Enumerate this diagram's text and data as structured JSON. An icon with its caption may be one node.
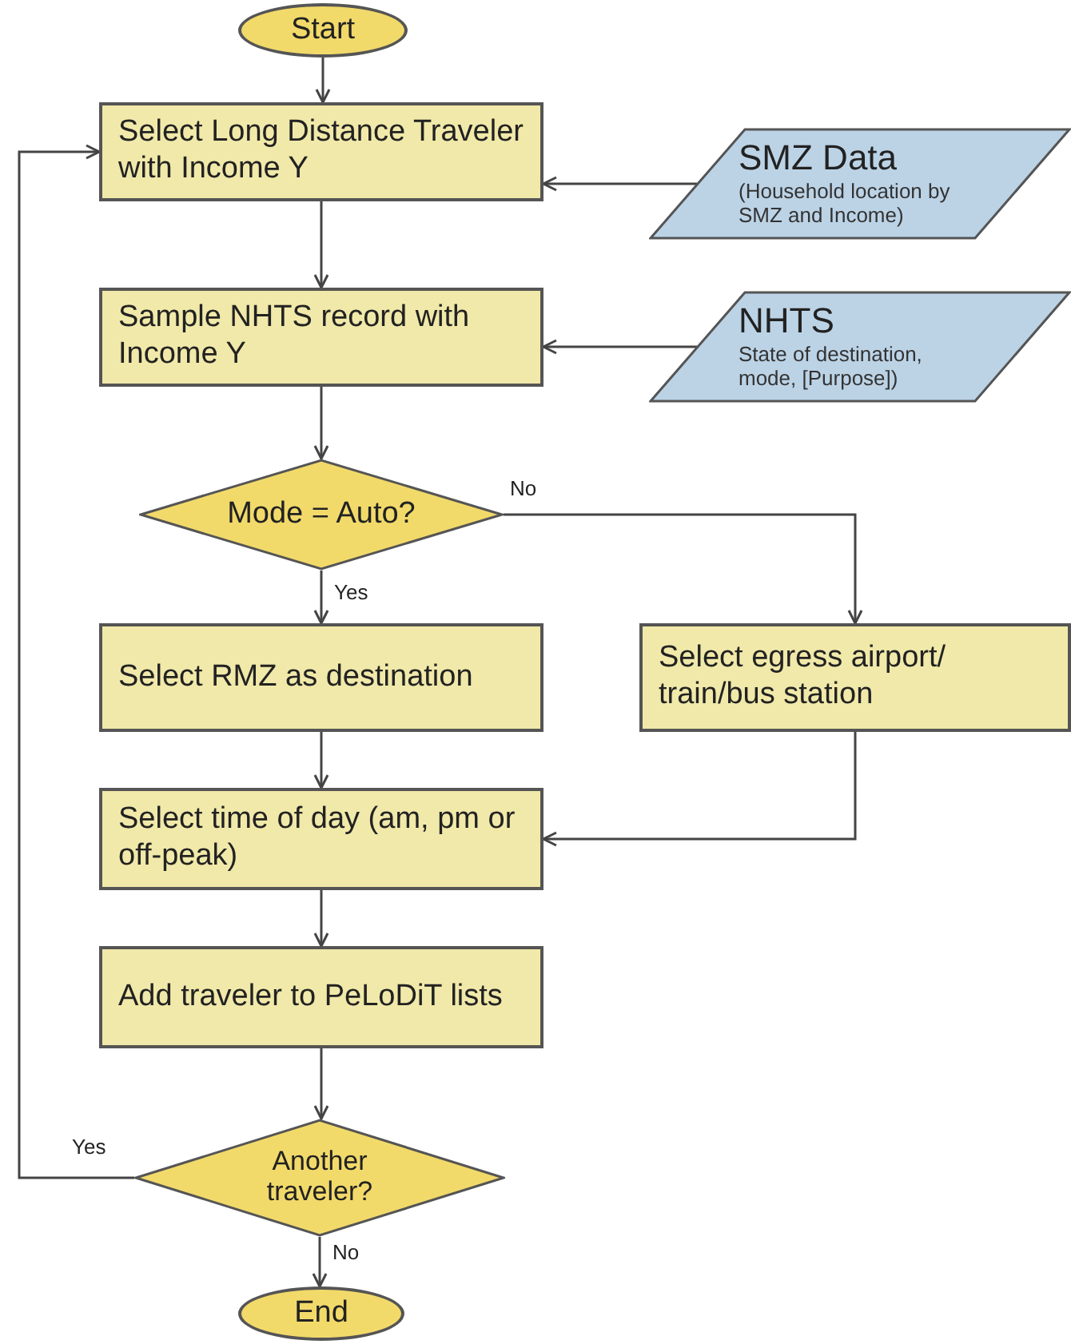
{
  "diagram": {
    "nodes": [
      {
        "text": [
          "Start"
        ]
      },
      {
        "text": [
          "Select Long Distance Traveler with Income Y"
        ]
      },
      {
        "text": [
          "SMZ Data",
          "(Household location by SMZ and Income)"
        ]
      },
      {
        "text": [
          "Sample NHTS record with Income Y"
        ]
      },
      {
        "text": [
          "NHTS",
          "State of destination, mode, [Purpose])"
        ]
      },
      {
        "text": [
          "Mode = Auto?"
        ]
      },
      {
        "text": [
          "Select RMZ as destination"
        ]
      },
      {
        "text": [
          "Select egress airport/ train/bus station"
        ]
      },
      {
        "text": [
          "Select time of day (am, pm or off-peak)"
        ]
      },
      {
        "text": [
          "Add traveler to PeLoDiT lists"
        ]
      },
      {
        "text": [
          "Another traveler?"
        ]
      },
      {
        "text": [
          "End"
        ]
      }
    ],
    "edges": [
      {
        "from": 0,
        "to": 1,
        "arrow": "to"
      },
      {
        "from": 2,
        "to": 1,
        "arrow": "to"
      },
      {
        "from": 1,
        "to": 3,
        "arrow": "to"
      },
      {
        "from": 4,
        "to": 3,
        "arrow": "to"
      },
      {
        "from": 3,
        "to": 5,
        "arrow": "to"
      },
      {
        "from": 5,
        "to": 6,
        "arrow": "to",
        "label": "Yes"
      },
      {
        "from": 5,
        "to": 7,
        "arrow": "to",
        "label": "No"
      },
      {
        "from": 6,
        "to": 8,
        "arrow": "to"
      },
      {
        "from": 7,
        "to": 8,
        "arrow": "to"
      },
      {
        "from": 8,
        "to": 9,
        "arrow": "to"
      },
      {
        "from": 9,
        "to": 10,
        "arrow": "to"
      },
      {
        "from": 10,
        "to": 1,
        "arrow": "to",
        "label": "Yes"
      },
      {
        "from": 10,
        "to": 11,
        "arrow": "to",
        "label": "No"
      }
    ]
  }
}
